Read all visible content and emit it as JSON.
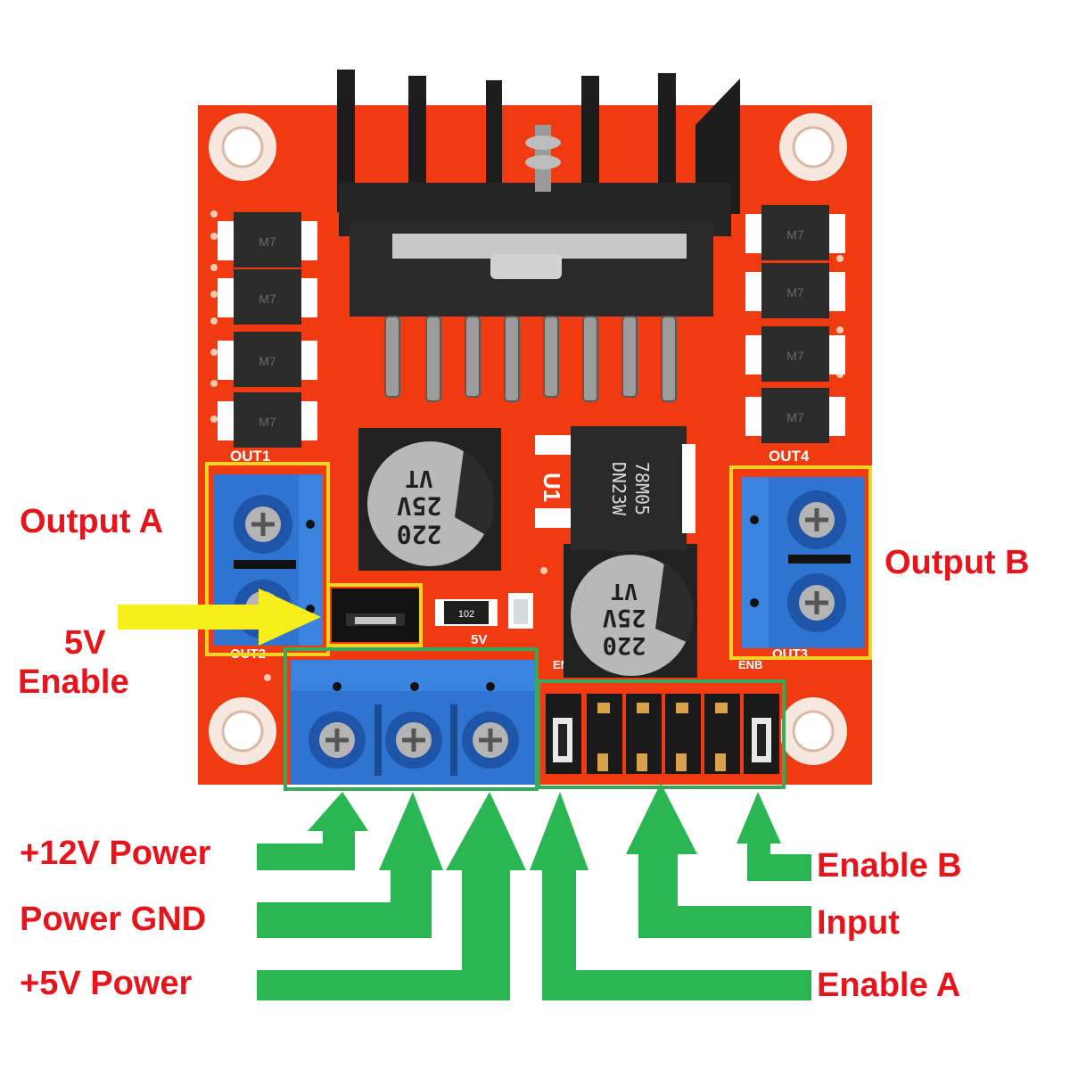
{
  "board": {
    "diode_markings": [
      "M7",
      "M7",
      "M7",
      "M7",
      "M7",
      "M7",
      "M7",
      "M7"
    ],
    "silkscreen": {
      "out1": "OUT1",
      "out2": "OUT2",
      "out3": "OUT3",
      "out4": "OUT4",
      "ena": "ENA",
      "enb": "ENB",
      "v5": "5V",
      "u1": "U1"
    },
    "capacitor": {
      "line1": "220",
      "line2": "25V",
      "line3": "VT"
    },
    "regulator": {
      "line1": "78M05",
      "line2": "DN23W"
    },
    "resistor": "102"
  },
  "labels": {
    "output_a": "Output A",
    "output_b": "Output B",
    "enable_5v_line1": "5V",
    "enable_5v_line2": "Enable",
    "power_12v": "+12V Power",
    "power_gnd": "Power GND",
    "power_5v": "+5V Power",
    "enable_b": "Enable B",
    "input": "Input",
    "enable_a": "Enable A"
  },
  "colors": {
    "board": "#f03a12",
    "terminal": "#2f74d0",
    "highlight_yellow": "#f2d321",
    "highlight_green": "#3aa85a",
    "arrow_green": "#2ab653",
    "arrow_yellow": "#f7ee1d",
    "label_red": "#e8141b"
  }
}
